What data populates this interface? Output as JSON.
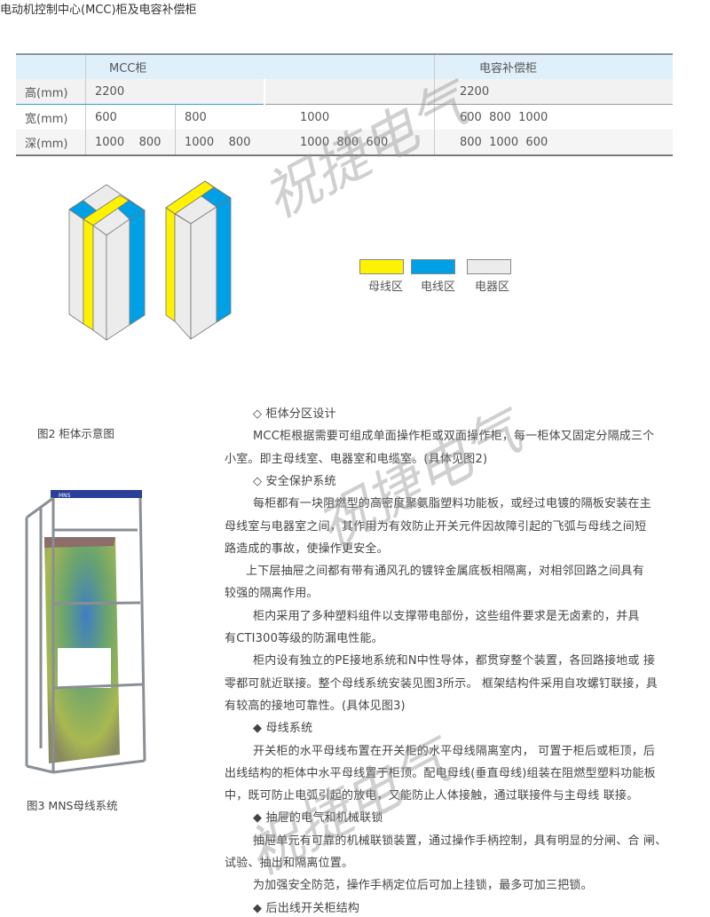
{
  "title": "电动机控制中心(MCC)柜及电容补偿柜",
  "table": {
    "headers": {
      "mcc": "MCC柜",
      "capacitor": "电容补偿柜"
    },
    "rows": {
      "height": {
        "label": "高(mm)",
        "mcc": "2200",
        "capacitor": "2200"
      },
      "width": {
        "label": "宽(mm)",
        "mcc": [
          "600",
          "800",
          "1000"
        ],
        "capacitor": "600  800  1000"
      },
      "depth": {
        "label": "深(mm)",
        "mcc": [
          "1000    800",
          "1000    800",
          "1000  800  600"
        ],
        "capacitor": "800  1000  600"
      }
    }
  },
  "legend": [
    {
      "label": "母线区",
      "color": "#fff200"
    },
    {
      "label": "电线区",
      "color": "#00a0e6"
    },
    {
      "label": "电器区",
      "color": "#ececec"
    }
  ],
  "figure2_caption": "图2 柜体示意图",
  "figure3_caption": "图3 MNS母线系统",
  "figure3_label": "MNS",
  "watermark": "祝捷电气",
  "body_lines": [
    {
      "text": "◇  柜体分区设计",
      "indent": 1
    },
    {
      "text": "MCC柜根据需要可组成单面操作柜或双面操作柜，每一柜体又固定分隔成三个",
      "indent": 1
    },
    {
      "text": "小室。即主母线室、电器室和电缆室。(具体见图2)",
      "indent": 0
    },
    {
      "text": "◇  安全保护系统",
      "indent": 1
    },
    {
      "text": "每柜都有一块阻燃型的高密度聚氨脂塑料功能板，或经过电镀的隔板安装在主",
      "indent": 1
    },
    {
      "text": "母线室与电器室之间，其作用为有效防止开关元件因故障引起的飞弧与母线之间短",
      "indent": 0
    },
    {
      "text": "路造成的事故，使操作更安全。",
      "indent": 0
    },
    {
      "text": "上下层抽屉之间都有带有通风孔的镀锌金属底板相隔离，对相邻回路之间具有",
      "indent": 2
    },
    {
      "text": "较强的隔离作用。",
      "indent": 0
    },
    {
      "text": "柜内采用了多种塑料组件以支撑带电部份，这些组件要求是无卤素的，并具",
      "indent": 1
    },
    {
      "text": "有CTI300等级的防漏电性能。",
      "indent": 0
    },
    {
      "text": "柜内设有独立的PE接地系统和N中性导体，都贯穿整个装置，各回路接地或 接",
      "indent": 1
    },
    {
      "text": "零都可就近联接。整个母线系统安装见图3所示。 框架结构件采用自攻螺钉联接，具",
      "indent": 0
    },
    {
      "text": "有较高的接地可靠性。(具体见图3)",
      "indent": 0
    },
    {
      "text": "◆  母线系统",
      "indent": 1
    },
    {
      "text": "开关柜的水平母线布置在开关柜的水平母线隔离室内， 可置于柜后或柜顶，后",
      "indent": 1
    },
    {
      "text": "出线结构的柜体中水平母线置于柜顶。配电母线(垂直母线)组装在阻燃型塑料功能板",
      "indent": 0
    },
    {
      "text": "中，既可防止电弧引起的放电，又能防止人体接触，通过联接件与主母线 联接。",
      "indent": 0
    },
    {
      "text": "◆  抽屉的电气和机械联锁",
      "indent": 1
    },
    {
      "text": "抽屉单元有可靠的机械联锁装置，通过操作手柄控制，具有明显的分闸、合 闸、",
      "indent": 1
    },
    {
      "text": "试验、抽出和隔离位置。",
      "indent": 0
    },
    {
      "text": "为加强安全防范，操作手柄定位后可加上挂锁，最多可加三把锁。",
      "indent": 1
    },
    {
      "text": "◆  后出线开关柜结构",
      "indent": 1
    }
  ]
}
